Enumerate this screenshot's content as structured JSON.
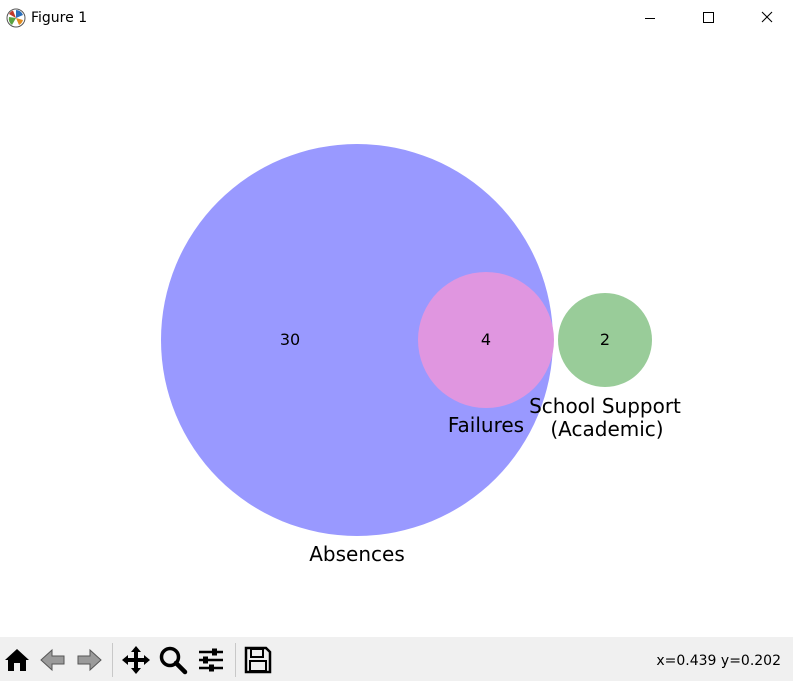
{
  "window": {
    "title": "Figure 1",
    "app_icon": "matplotlib-icon",
    "controls": {
      "minimize": "minimize-icon",
      "maximize": "maximize-icon",
      "close": "close-icon"
    }
  },
  "chart_data": {
    "type": "venn",
    "sets": [
      {
        "name": "Absences",
        "color": "#9999ff",
        "region_value": 30
      },
      {
        "name": "Failures",
        "color": "#e096e0",
        "region_value": 4
      },
      {
        "name": "School Support\n(Academic)",
        "color": "#99cc99",
        "region_value": 2
      }
    ],
    "intersections": [
      {
        "sets": [
          "Absences",
          "Failures"
        ],
        "value": 4
      }
    ],
    "region_labels": [
      "30",
      "4",
      "2"
    ]
  },
  "venn_labels": {
    "absences": "Absences",
    "failures": "Failures",
    "school_support_line1": "School Support",
    "school_support_line2": "(Academic)",
    "v_absences_only": "30",
    "v_failures": "4",
    "v_school_support": "2"
  },
  "toolbar": {
    "buttons": [
      "home-icon",
      "back-icon",
      "forward-icon",
      "pan-icon",
      "zoom-icon",
      "configure-subplots-icon",
      "save-icon"
    ]
  },
  "status": {
    "coords": "x=0.439 y=0.202"
  }
}
